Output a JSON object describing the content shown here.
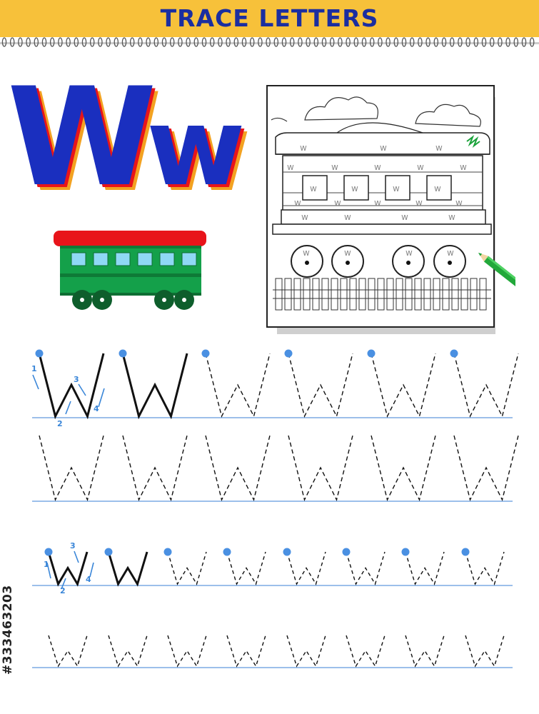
{
  "header": {
    "title": "TRACE LETTERS"
  },
  "letter": {
    "upper": "W",
    "lower": "w",
    "color": "#1a2fbf",
    "shadow_color": "#f3a221"
  },
  "coloring_picture": {
    "subject": "train-wagon",
    "label": "w"
  },
  "stroke_numbers": {
    "upper": [
      "1",
      "2",
      "3",
      "4"
    ],
    "lower": [
      "1",
      "2",
      "3",
      "4"
    ]
  },
  "stock_id": "#333463203",
  "colors": {
    "header_bg": "#f7c13a",
    "title": "#1b2ea0",
    "guide_line": "#3a7fd5",
    "start_dot": "#4a90e2",
    "wagon_roof": "#e8141a",
    "wagon_body": "#14a04a",
    "wagon_window": "#8fd8f5"
  }
}
